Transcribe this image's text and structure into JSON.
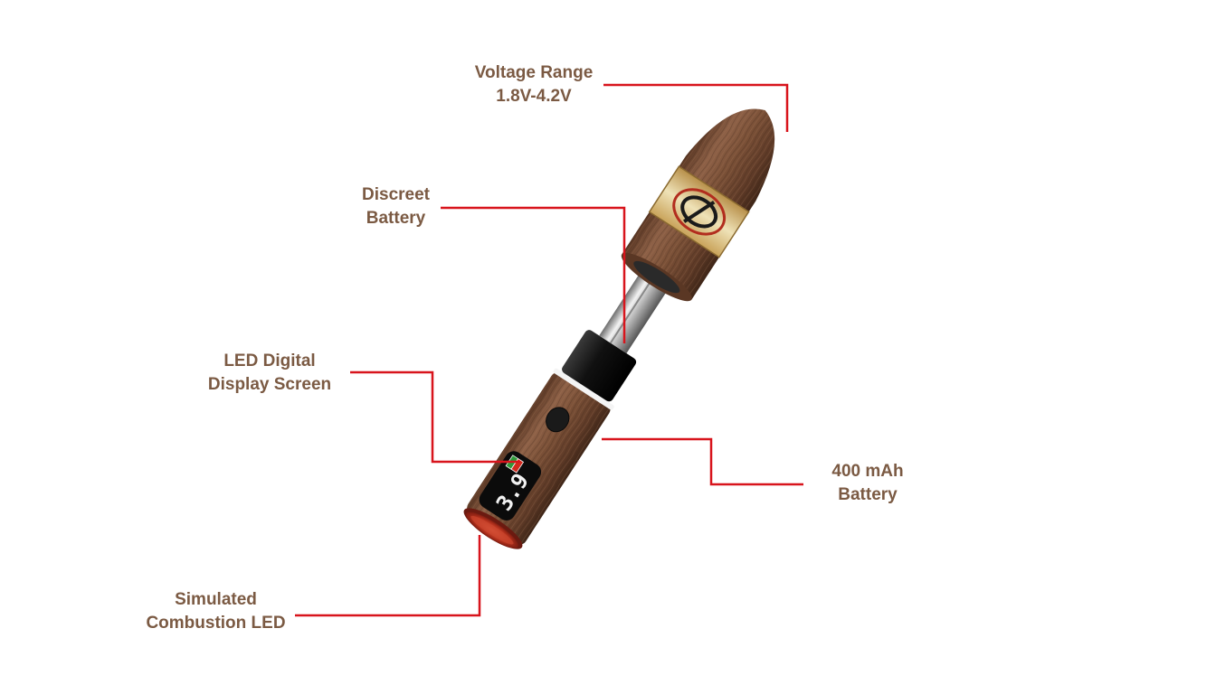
{
  "callouts": {
    "voltage_range": {
      "line1": "Voltage Range",
      "line2": "1.8V-4.2V"
    },
    "discreet_battery": {
      "line1": "Discreet",
      "line2": "Battery"
    },
    "led_display": {
      "line1": "LED Digital",
      "line2": "Display Screen"
    },
    "battery_capacity": {
      "line1": "400 mAh",
      "line2": "Battery"
    },
    "combustion_led": {
      "line1": "Simulated",
      "line2": "Combustion LED"
    }
  },
  "device": {
    "display_reading": "3.9"
  },
  "colors": {
    "leader_line": "#d8141c",
    "label_text": "#7b5a43",
    "wood": "#7a5037",
    "wood_dark": "#4f3020",
    "ember": "#c23a22",
    "background": "#ffffff"
  }
}
